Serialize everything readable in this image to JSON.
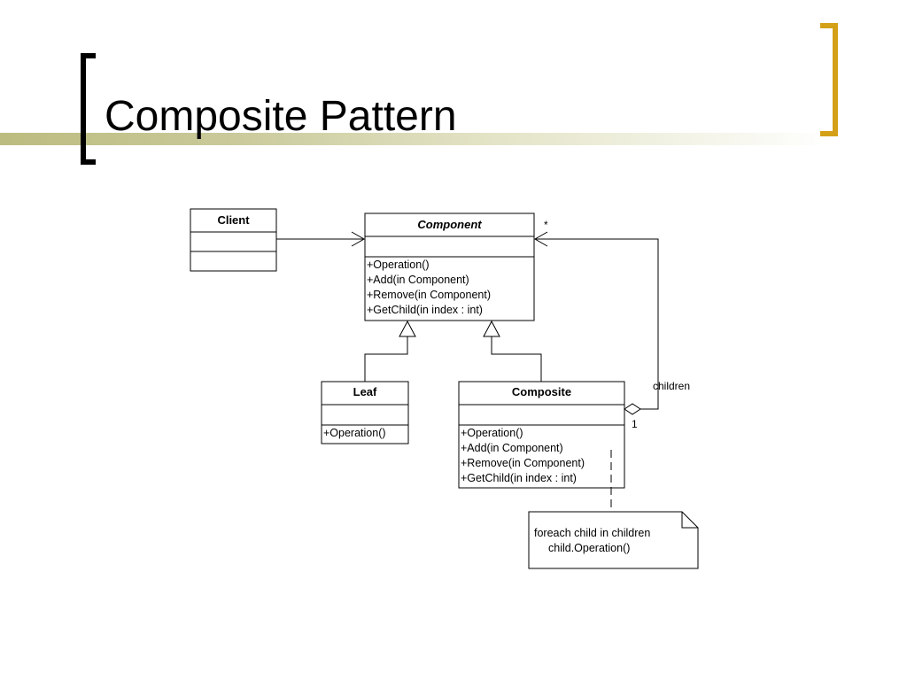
{
  "slide": {
    "title": "Composite Pattern",
    "colors": {
      "accent": "#d4a017",
      "band": "#bcbc80",
      "left_bracket": "#000000"
    }
  },
  "diagram": {
    "classes": {
      "client": {
        "name": "Client",
        "operations": []
      },
      "component": {
        "name": "Component",
        "abstract": true,
        "operations": [
          "+Operation()",
          "+Add(in Component)",
          "+Remove(in Component)",
          "+GetChild(in index : int)"
        ]
      },
      "leaf": {
        "name": "Leaf",
        "operations": [
          "+Operation()"
        ]
      },
      "composite": {
        "name": "Composite",
        "operations": [
          "+Operation()",
          "+Add(in Component)",
          "+Remove(in Component)",
          "+GetChild(in index : int)"
        ]
      }
    },
    "relations": {
      "children_label": "children",
      "multiplicity_many": "*",
      "multiplicity_one": "1"
    },
    "note": {
      "lines": [
        "foreach child in children",
        "child.Operation()"
      ]
    }
  }
}
